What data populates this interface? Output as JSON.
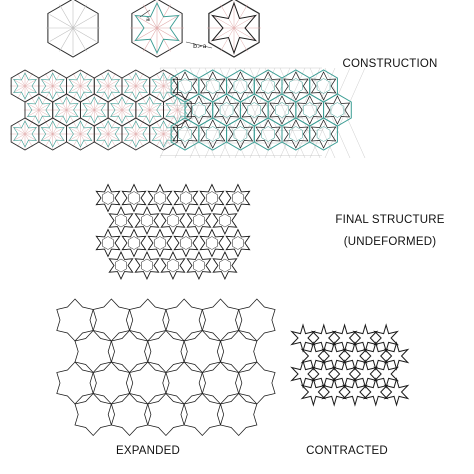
{
  "labels": {
    "construction": "CONSTRUCTION",
    "final_structure": "FINAL STRUCTURE",
    "undeformed": "(UNDEFORMED)",
    "expanded": "EXPANDED",
    "contracted": "CONTRACTED"
  },
  "annotations": {
    "a": "a",
    "b_gt_a": "b>a"
  },
  "colors": {
    "hex_outline": "#2a2a2a",
    "construction_line": "#e0aaaa",
    "green_outline": "#3a9c93",
    "grid_line": "#bfbfbf",
    "star_line": "#1a1a1a"
  }
}
